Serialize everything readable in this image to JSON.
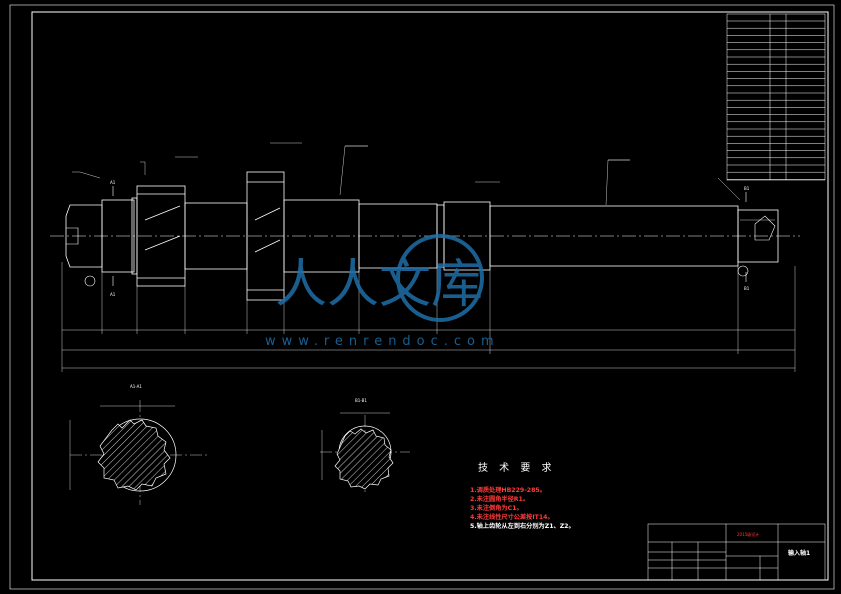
{
  "watermark": {
    "text": "人人文库",
    "url": "www.renrendoc.com",
    "color": "#1f6fa8"
  },
  "section_labels": {
    "a": "A1-A1",
    "b": "B1-B1"
  },
  "view_labels": {
    "a_top": "A1",
    "a_bottom": "A1",
    "b_top": "B1",
    "b_bottom": "B1"
  },
  "technical_requirements": {
    "title": "技 术 要 求",
    "items": [
      "1.调质处理HB229-285。",
      "2.未注圆角半径R1。",
      "3.未注倒角为C1。",
      "4.未注线性尺寸公差按IT14。",
      "5.轴上齿轮从左到右分别为Z1、Z2。"
    ]
  },
  "title_block": {
    "drawing_name": "输入轴1",
    "red_label": "2015级设计"
  },
  "colors": {
    "line": "#ffffff",
    "red": "#ff3b3b",
    "watermark": "#1f6fa8",
    "background": "#000000"
  }
}
